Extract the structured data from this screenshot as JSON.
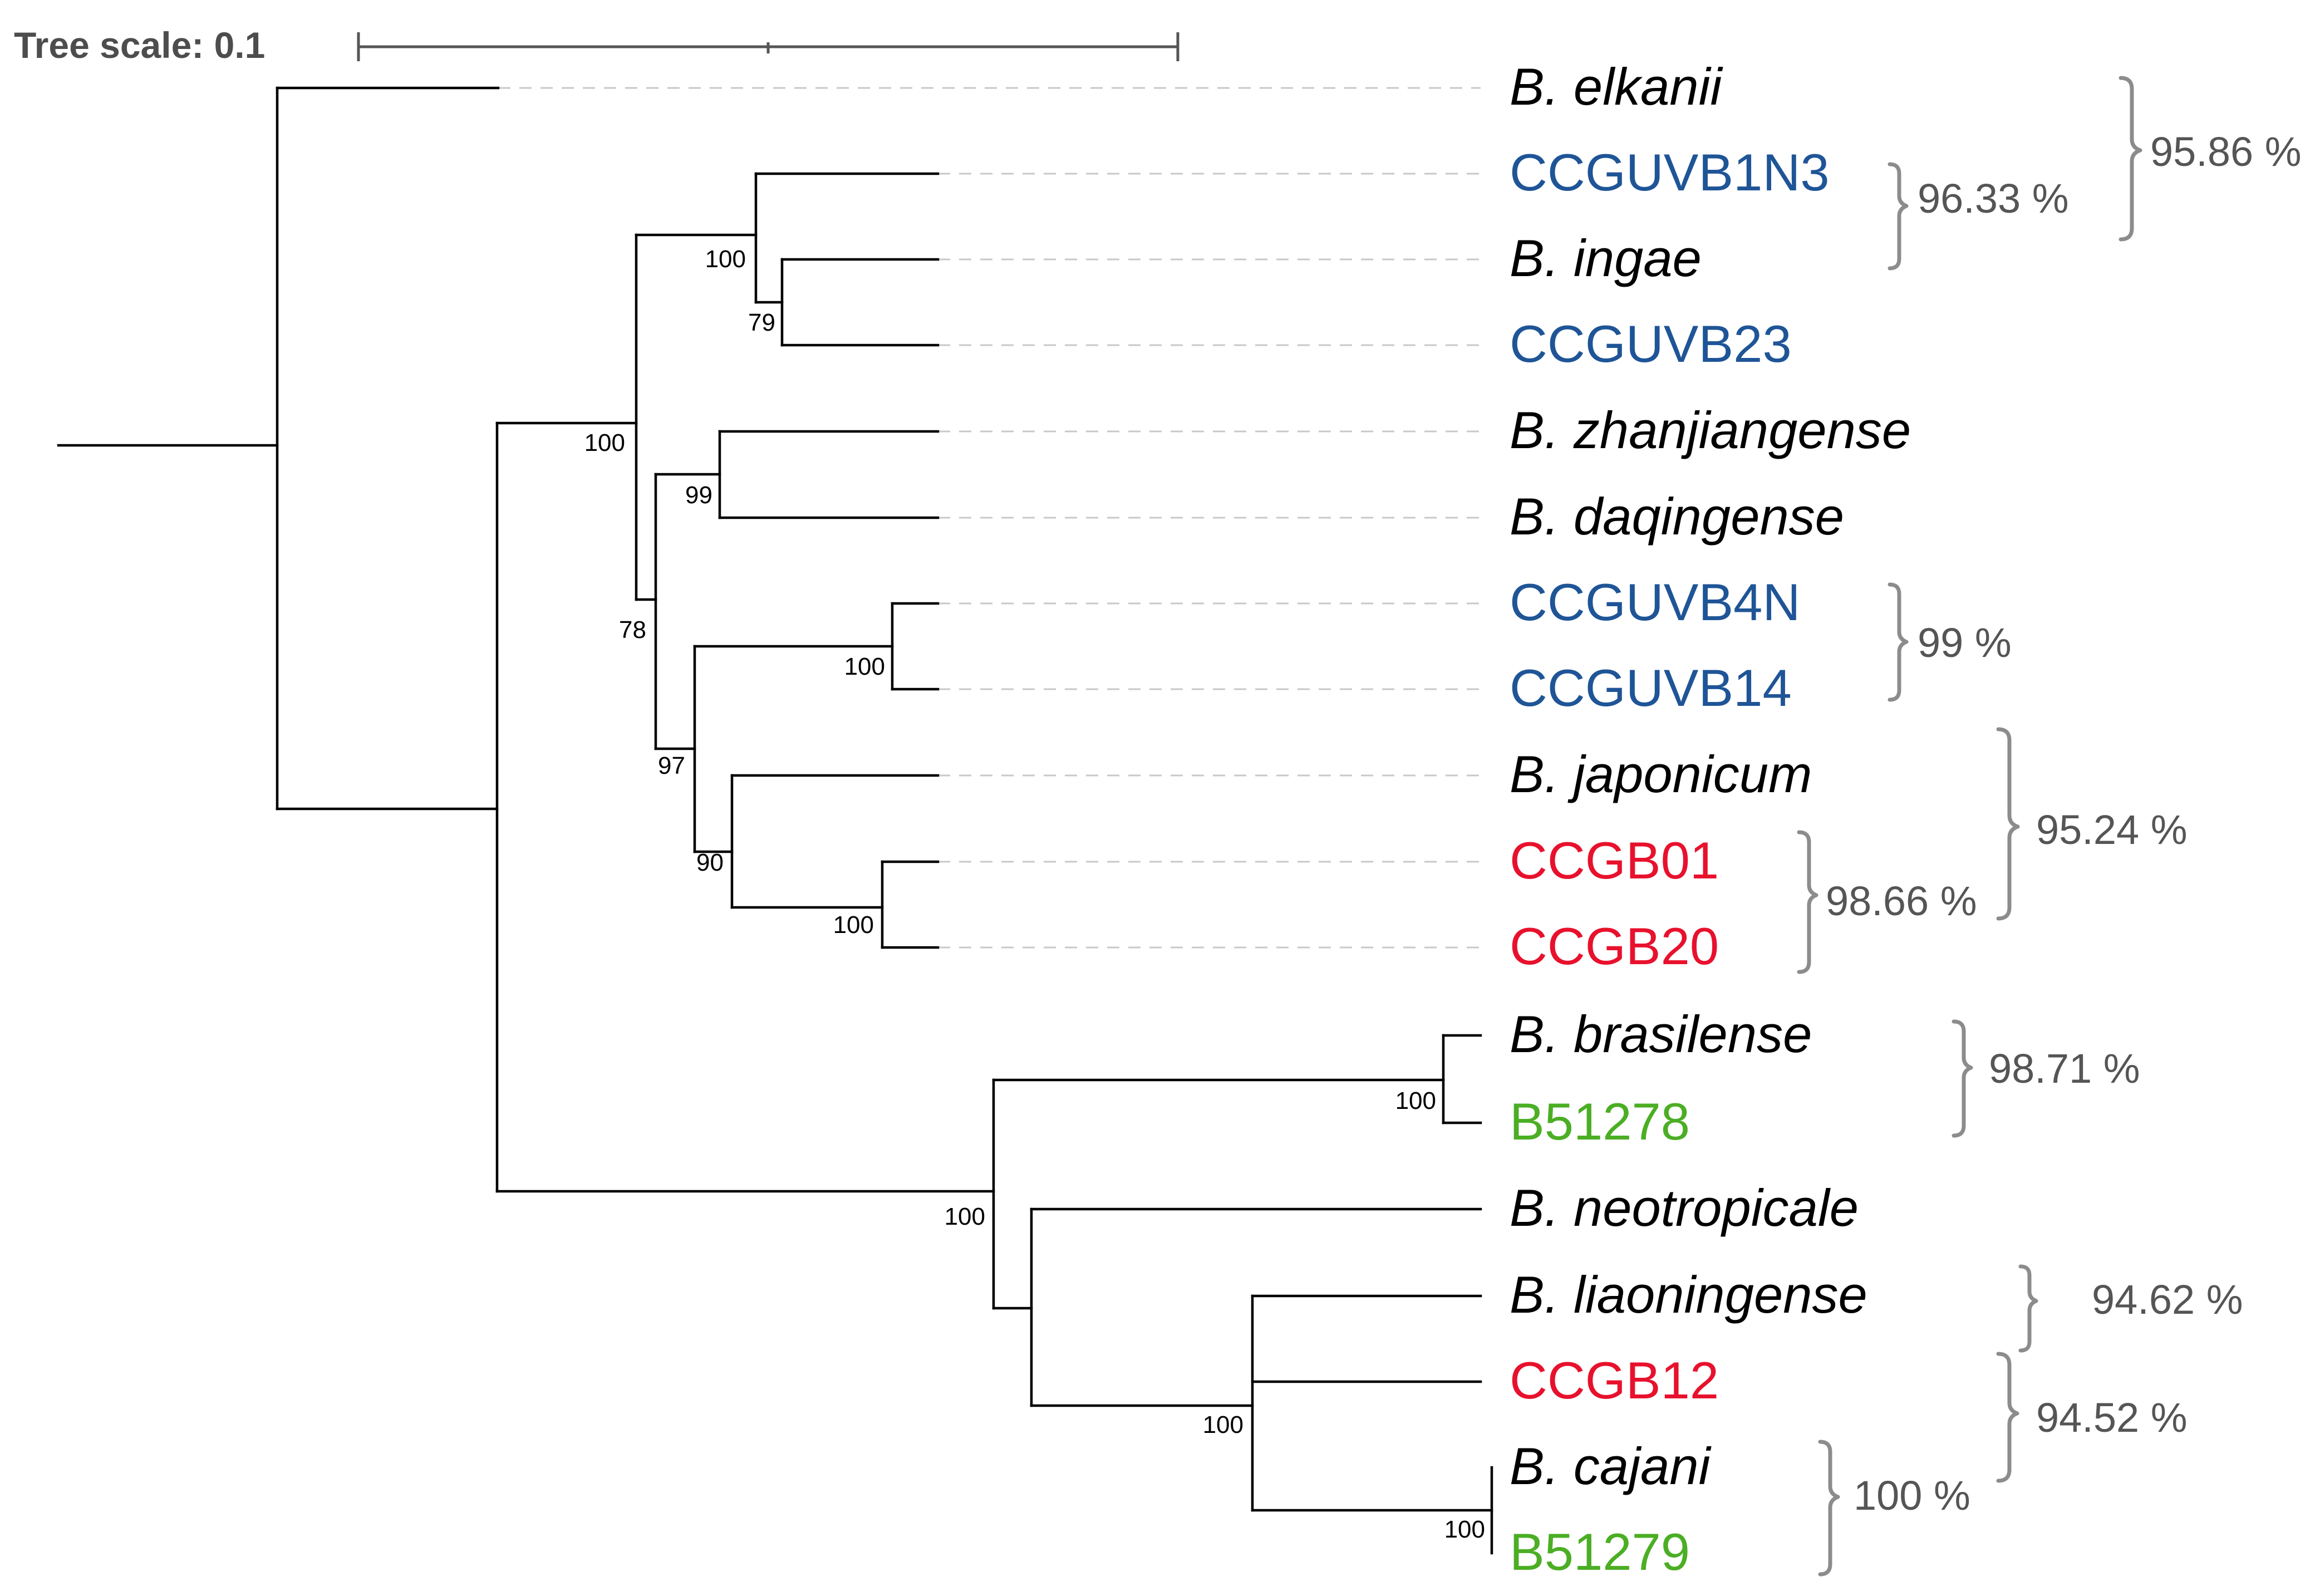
{
  "scale": {
    "label": "Tree scale: 0.1",
    "value": 0.1
  },
  "colors": {
    "branch": "#000000",
    "reference": "#000000",
    "group_blue": "#1f5597",
    "group_red": "#e8112d",
    "group_green": "#4bae24",
    "annotation": "#555555"
  },
  "leaves": [
    {
      "label": "B. elkanii",
      "italic": true,
      "color": "reference"
    },
    {
      "label": "CCGUVB1N3",
      "italic": false,
      "color": "group_blue"
    },
    {
      "label": "B. ingae",
      "italic": true,
      "color": "reference"
    },
    {
      "label": "CCGUVB23",
      "italic": false,
      "color": "group_blue"
    },
    {
      "label": "B. zhanjiangense",
      "italic": true,
      "color": "reference"
    },
    {
      "label": "B. daqingense",
      "italic": true,
      "color": "reference"
    },
    {
      "label": "CCGUVB4N",
      "italic": false,
      "color": "group_blue"
    },
    {
      "label": "CCGUVB14",
      "italic": false,
      "color": "group_blue"
    },
    {
      "label": "B. japonicum",
      "italic": true,
      "color": "reference"
    },
    {
      "label": "CCGB01",
      "italic": false,
      "color": "group_red"
    },
    {
      "label": "CCGB20",
      "italic": false,
      "color": "group_red"
    },
    {
      "label": "B. brasilense",
      "italic": true,
      "color": "reference"
    },
    {
      "label": "B51278",
      "italic": false,
      "color": "group_green"
    },
    {
      "label": "B. neotropicale",
      "italic": true,
      "color": "reference"
    },
    {
      "label": "B. liaoningense",
      "italic": true,
      "color": "reference"
    },
    {
      "label": "CCGB12",
      "italic": false,
      "color": "group_red"
    },
    {
      "label": "B. cajani",
      "italic": true,
      "color": "reference"
    },
    {
      "label": "B51279",
      "italic": false,
      "color": "group_green"
    }
  ],
  "bootstrap": [
    "100",
    "79",
    "99",
    "100",
    "78",
    "97",
    "100",
    "100",
    "90",
    "100",
    "100",
    "100",
    "100"
  ],
  "similarity": [
    {
      "value": "95.86 %",
      "from_leaf": 0,
      "to_leaf": 2
    },
    {
      "value": "96.33 %",
      "from_leaf": 1,
      "to_leaf": 2
    },
    {
      "value": "99 %",
      "from_leaf": 6,
      "to_leaf": 7
    },
    {
      "value": "95.24 %",
      "from_leaf": 8,
      "to_leaf": 10
    },
    {
      "value": "98.66 %",
      "from_leaf": 9,
      "to_leaf": 10
    },
    {
      "value": "98.71 %",
      "from_leaf": 11,
      "to_leaf": 12
    },
    {
      "value": "94.62 %",
      "from_leaf": 14,
      "to_leaf": 14
    },
    {
      "value": "94.52 %",
      "from_leaf": 15,
      "to_leaf": 16
    },
    {
      "value": "100 %",
      "from_leaf": 16,
      "to_leaf": 17
    }
  ]
}
